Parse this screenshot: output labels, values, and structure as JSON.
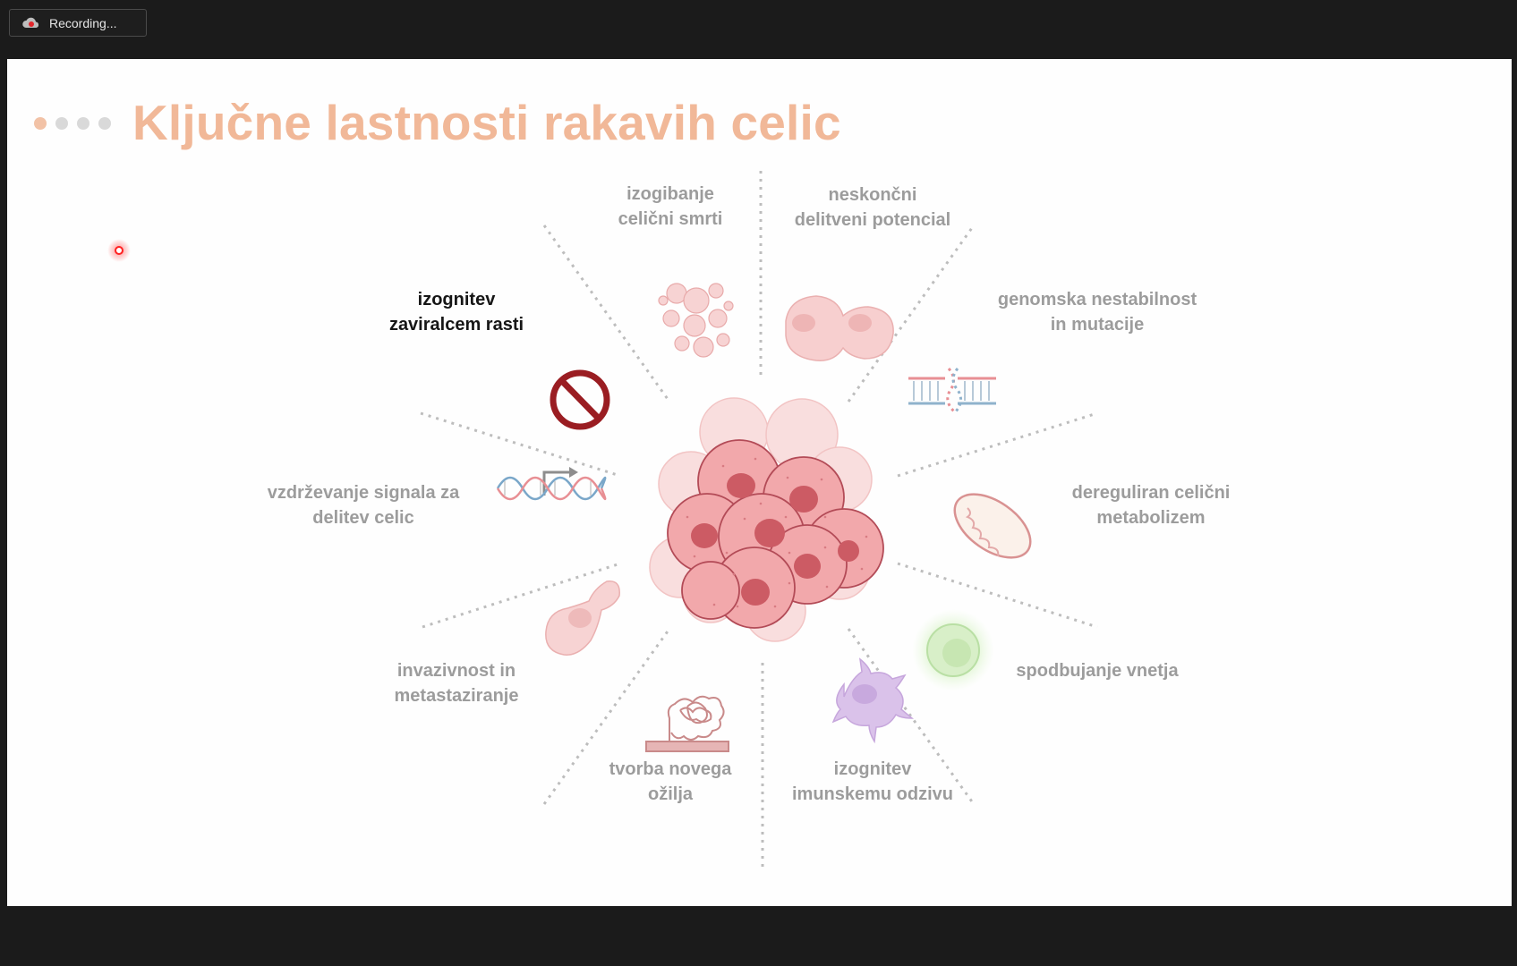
{
  "recorder": {
    "label": "Recording..."
  },
  "slide": {
    "title": "Ključne lastnosti rakavih celic",
    "nav_dots": 4,
    "active_dot": 1,
    "hallmarks": {
      "cell_death": {
        "l1": "izogibanje",
        "l2": "celični smrti"
      },
      "replicative": {
        "l1": "neskončni",
        "l2": "delitveni potencial"
      },
      "growth_suppressors": {
        "l1": "izognitev",
        "l2": "zaviralcem rasti"
      },
      "genome": {
        "l1": "genomska nestabilnost",
        "l2": "in mutacije"
      },
      "signaling": {
        "l1": "vzdrževanje signala za",
        "l2": "delitev celic"
      },
      "metabolism": {
        "l1": "dereguliran celični",
        "l2": "metabolizem"
      },
      "invasion": {
        "l1": "invazivnost in",
        "l2": "metastaziranje"
      },
      "inflammation": {
        "l1": "spodbujanje vnetja"
      },
      "angiogenesis": {
        "l1": "tvorba novega",
        "l2": "ožilja"
      },
      "immune": {
        "l1": "izognitev",
        "l2": "imunskemu odzivu"
      }
    }
  },
  "colors": {
    "title": "#f1b898",
    "label": "#9c9c9c",
    "label_highlight": "#161616",
    "cell_fill": "#f1a3a3",
    "cell_stroke": "#b54f5a",
    "stop_sign": "#9a1d22",
    "dotted_line": "#bdbdbd"
  },
  "icons": [
    "recording-icon",
    "apoptosis-icon",
    "dividing-cell-icon",
    "stop-sign-icon",
    "dna-break-icon",
    "dna-signal-icon",
    "mitochondrion-icon",
    "migrating-cell-icon",
    "immune-cell-icon",
    "blood-vessel-icon",
    "dendritic-cell-icon",
    "tumor-cluster-icon",
    "laser-pointer-icon"
  ]
}
